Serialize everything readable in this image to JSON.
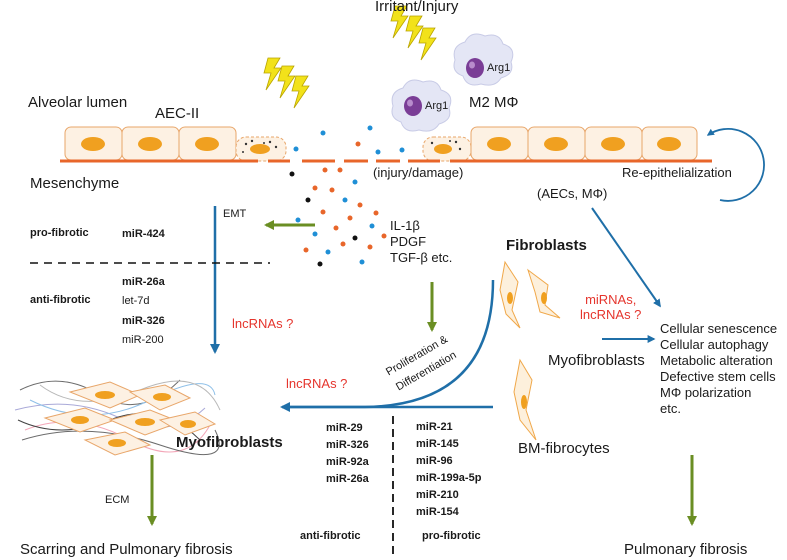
{
  "labels": {
    "irritant": "Irritant/Injury",
    "alveolar_lumen": "Alveolar lumen",
    "aec2": "AEC-II",
    "m2_macrophage": "M2 MΦ",
    "arg1_a": "Arg1",
    "arg1_b": "Arg1",
    "mesenchyme": "Mesenchyme",
    "injury_damage": "(injury/damage)",
    "re_epithelialization": "Re-epithelialization",
    "aecs_macrophage": "(AECs, MΦ)",
    "emt": "EMT",
    "cytokine_il1b": "IL-1β",
    "cytokine_pdgf": "PDGF",
    "cytokine_tgfb": "TGF-β etc.",
    "fibroblasts": "Fibroblasts",
    "myofibroblasts_right": "Myofibroblasts",
    "myofibroblasts_left": "Myofibroblasts",
    "bm_fibrocytes": "BM-fibrocytes",
    "prolif_1": "Proliferation &",
    "prolif_2": "Differentiation",
    "ecm": "ECM",
    "outcome_left": "Scarring and Pulmonary fibrosis",
    "outcome_right": "Pulmonary fibrosis"
  },
  "emt_mirnas": {
    "pro_label": "pro-fibrotic",
    "pro_list": [
      "miR-424"
    ],
    "anti_label": "anti-fibrotic",
    "anti_list": [
      "miR-26a",
      "let-7d",
      "miR-326",
      "miR-200"
    ],
    "lncrna": "lncRNAs ?"
  },
  "differentiation_mirnas": {
    "lncrna": "lncRNAs ?",
    "anti_list": [
      "miR-29",
      "miR-326",
      "miR-92a",
      "miR-26a"
    ],
    "pro_list": [
      "miR-21",
      "miR-145",
      "miR-96",
      "miR-199a-5p",
      "miR-210",
      "miR-154"
    ],
    "anti_label": "anti-fibrotic",
    "pro_label": "pro-fibrotic"
  },
  "senescence": {
    "regulators": "miRNAs,\nlncRNAs ?",
    "processes": [
      "Cellular senescence",
      "Cellular autophagy",
      "Metabolic alteration",
      "Defective stem cells",
      "MΦ polarization",
      "etc."
    ]
  },
  "colors": {
    "epithelium_fill": "#fdf1e3",
    "epithelium_stroke": "#e8a66a",
    "nucleus": "#f0a020",
    "basement_membrane": "#e8662a",
    "blue_arrow": "#1f6fa8",
    "green_arrow": "#6a8e23",
    "lightning": "#f2e21a",
    "macrophage_cloud": "#e4e6f5",
    "macrophage_nucleus": "#7a3d96",
    "fibroblast": "#f0a84a",
    "red_text": "#e5352d"
  }
}
